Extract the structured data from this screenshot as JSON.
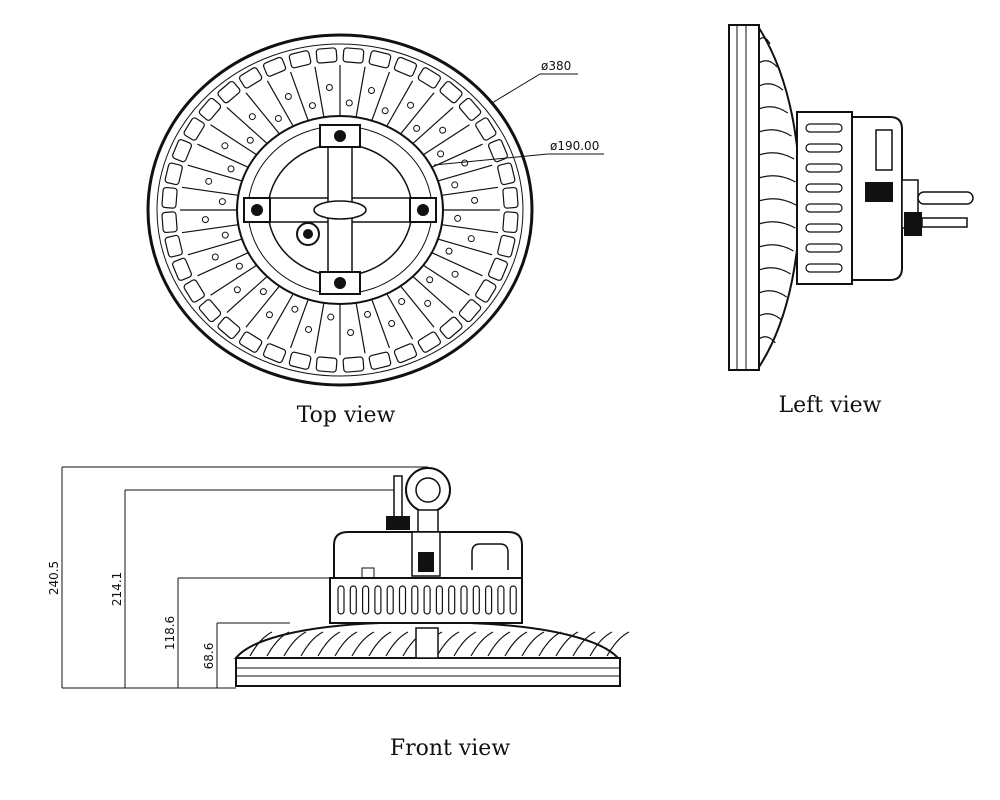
{
  "views": {
    "top": {
      "caption": "Top view",
      "outer_diameter": "ø380",
      "inner_diameter": "ø190.00"
    },
    "left": {
      "caption": "Left view"
    },
    "front": {
      "caption": "Front view",
      "dims": {
        "total_height": "240.5",
        "hook_height": "214.1",
        "driver_height": "118.6",
        "heatsink_height": "68.6"
      }
    }
  },
  "colors": {
    "line": "#111111",
    "background": "#ffffff"
  }
}
